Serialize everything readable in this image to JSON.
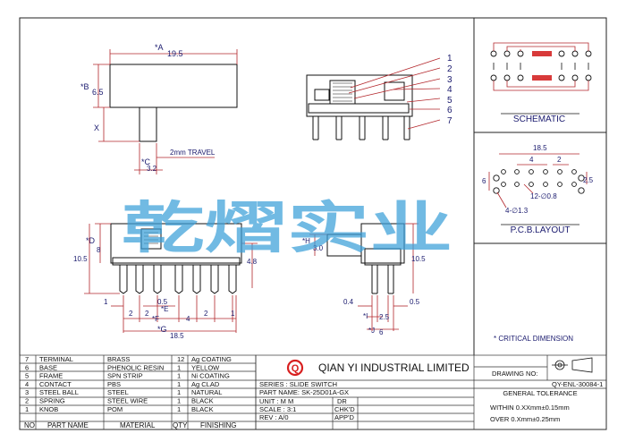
{
  "top_view": {
    "dim_a": "*A",
    "dim_a_val": "19.5",
    "dim_b": "*B",
    "dim_b_val": "6.5",
    "dim_x": "X",
    "dim_c": "*C",
    "dim_c_val": "3.2",
    "travel": "2mm TRAVEL"
  },
  "front_view": {
    "dim_d": "*D",
    "dim_d_val": "8",
    "h_left": "10.5",
    "h_right": "4.8",
    "d1": "1",
    "d05": "0.5",
    "d2a": "2",
    "d2b": "2",
    "d2c": "2",
    "e": "*E",
    "f": "*F",
    "d4": "4",
    "d1b": "1",
    "g": "*G",
    "g_val": "18.5"
  },
  "side_view": {
    "dim_h": "*H",
    "dim_h_val": "3.0",
    "h_val": "10.5",
    "d04": "0.4",
    "d05": "0.5",
    "i": "*I",
    "d25": "2.5",
    "j": "*J",
    "j_val": "6"
  },
  "callouts": [
    "1",
    "2",
    "3",
    "4",
    "5",
    "6",
    "7"
  ],
  "schematic": {
    "title": "SCHEMATIC"
  },
  "pcb": {
    "title": "P.C.B.LAYOUT",
    "d185": "18.5",
    "d4": "4",
    "d2": "2",
    "d25": "2.5",
    "d6": "6",
    "holes1": "12-∅0.8",
    "holes2": "4-∅1.3"
  },
  "critical_note": "* CRITICAL DIMENSION",
  "watermark": "乾熠实业",
  "bom": [
    {
      "no": "7",
      "part": "TERMINAL",
      "material": "BRASS",
      "qty": "12",
      "finish": "Ag COATING"
    },
    {
      "no": "6",
      "part": "BASE",
      "material": "PHENOLIC RESIN",
      "qty": "1",
      "finish": "YELLOW"
    },
    {
      "no": "5",
      "part": "FRAME",
      "material": "SPN STRIP",
      "qty": "1",
      "finish": "Ni COATING"
    },
    {
      "no": "4",
      "part": "CONTACT",
      "material": "PBS",
      "qty": "1",
      "finish": "Ag CLAD"
    },
    {
      "no": "3",
      "part": "STEEL BALL",
      "material": "STEEL",
      "qty": "1",
      "finish": "NATURAL"
    },
    {
      "no": "2",
      "part": "SPRING",
      "material": "STEEL WIRE",
      "qty": "1",
      "finish": "BLACK"
    },
    {
      "no": "1",
      "part": "KNOB",
      "material": "POM",
      "qty": "1",
      "finish": "BLACK"
    }
  ],
  "bom_header": {
    "no": "NO",
    "part": "PART NAME",
    "material": "MATERIAL",
    "qty": "QTY",
    "finish": "FINISHING"
  },
  "title_block": {
    "logo": "Q",
    "company": "QIAN YI INDUSTRIAL LIMITED",
    "series": "SERIES : SLIDE SWITCH",
    "part_name": "PART NAME: SK-25D01A-GX",
    "unit": "UNIT : M M",
    "scale": "SCALE : 3:1",
    "rev": "REV   : A/0",
    "dr": "DR",
    "chkd": "CHK'D",
    "appd": "APP'D",
    "drawing_no_label": "DRAWING NO:",
    "drawing_no": "QY-ENL-30084-1",
    "general_tol": "GENERAL TOLERANCE",
    "tol1": "WITHIN 0.XXmm±0.15mm",
    "tol2": "OVER   0.Xmm±0.25mm"
  }
}
